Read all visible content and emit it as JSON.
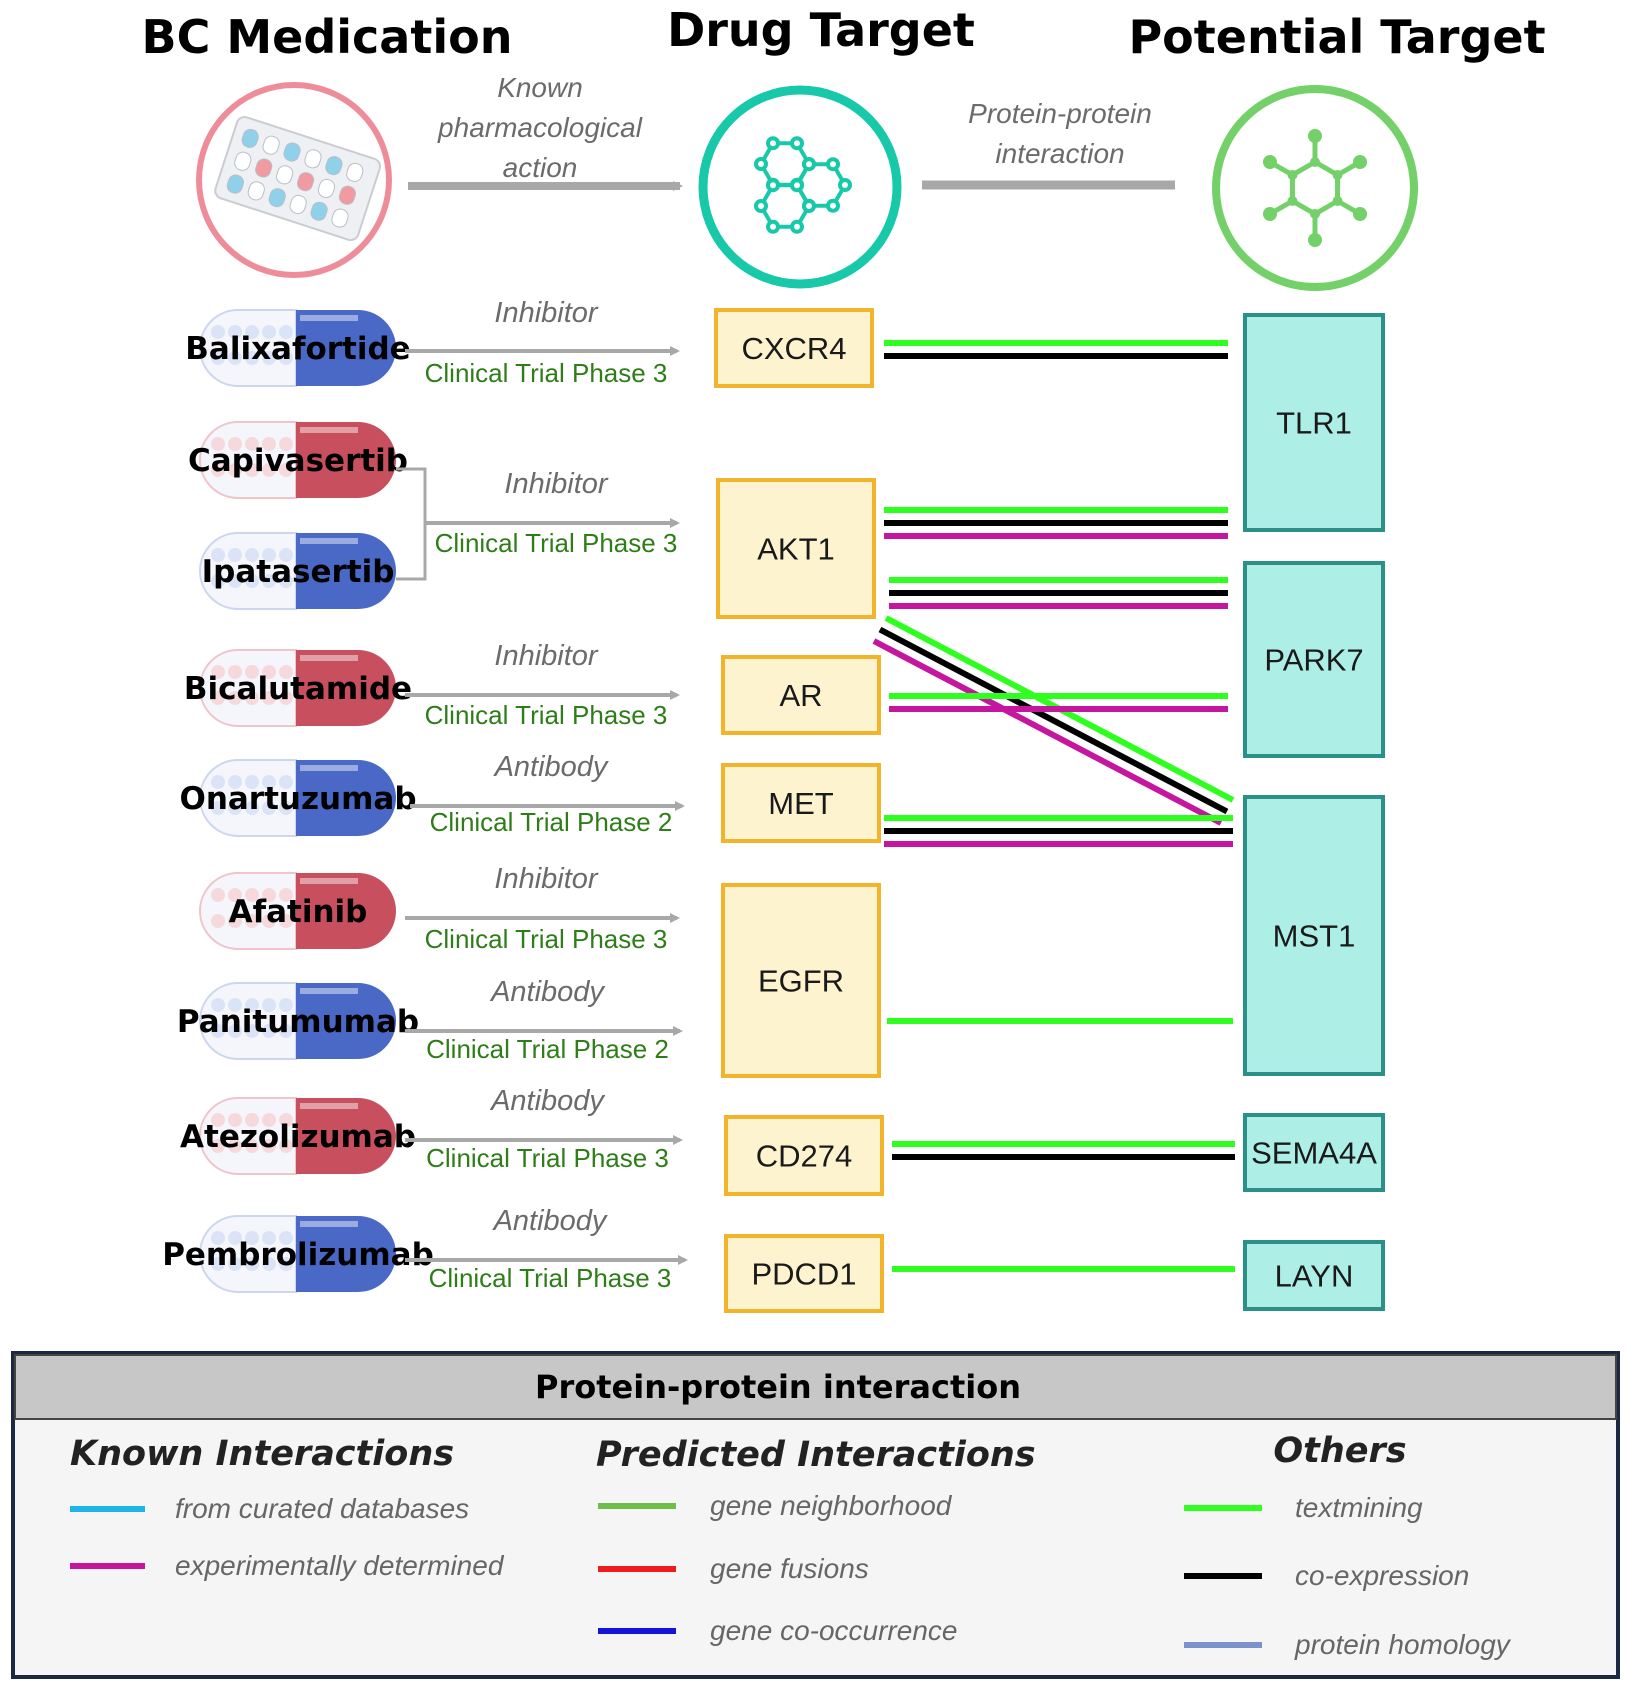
{
  "headers": {
    "medication": "BC Medication",
    "drug_target": "Drug Target",
    "potential_target": "Potential Target"
  },
  "top_arrows": {
    "known_action": [
      "Known",
      "pharmacological",
      "action"
    ],
    "ppi": [
      "Protein-protein",
      "interaction"
    ]
  },
  "icons": {
    "pills": "pill-blister-icon",
    "drug_target": "molecule-hexagon-icon",
    "potential_target": "molecule-network-icon"
  },
  "colors": {
    "red_capsule": "#c8505e",
    "blue_capsule": "#4a69c6",
    "drug_box_fill": "#fdf3cf",
    "drug_box_border": "#f2b42a",
    "pot_box_fill": "#adeee7",
    "pot_box_border": "#2a9088",
    "textmining": "#2eff1e",
    "coexpression": "#000000",
    "experimental": "#c4169e"
  },
  "medications": [
    {
      "name": "Balixafortide",
      "color": "blue"
    },
    {
      "name": "Capivasertib",
      "color": "red"
    },
    {
      "name": "Ipatasertib",
      "color": "blue"
    },
    {
      "name": "Bicalutamide",
      "color": "red"
    },
    {
      "name": "Onartuzumab",
      "color": "blue"
    },
    {
      "name": "Afatinib",
      "color": "red"
    },
    {
      "name": "Panitumumab",
      "color": "blue"
    },
    {
      "name": "Atezolizumab",
      "color": "red"
    },
    {
      "name": "Pembrolizumab",
      "color": "blue"
    }
  ],
  "actions": [
    {
      "type": "Inhibitor",
      "phase": "Clinical Trial Phase 3"
    },
    {
      "type": "Inhibitor",
      "phase": "Clinical Trial Phase 3"
    },
    {
      "type": "Inhibitor",
      "phase": "Clinical Trial Phase 3"
    },
    {
      "type": "Antibody",
      "phase": "Clinical Trial Phase 2"
    },
    {
      "type": "Inhibitor",
      "phase": "Clinical Trial Phase 3"
    },
    {
      "type": "Antibody",
      "phase": "Clinical Trial Phase 2"
    },
    {
      "type": "Antibody",
      "phase": "Clinical Trial Phase 3"
    },
    {
      "type": "Antibody",
      "phase": "Clinical Trial Phase 3"
    }
  ],
  "drug_targets": [
    "CXCR4",
    "AKT1",
    "AR",
    "MET",
    "EGFR",
    "CD274",
    "PDCD1"
  ],
  "potential_targets": [
    "TLR1",
    "PARK7",
    "MST1",
    "SEMA4A",
    "LAYN"
  ],
  "interactions": [
    {
      "from": "CXCR4",
      "to": "TLR1",
      "evidence": [
        "textmining",
        "co-expression"
      ]
    },
    {
      "from": "AKT1",
      "to": "TLR1",
      "evidence": [
        "textmining",
        "co-expression",
        "experimentally determined"
      ]
    },
    {
      "from": "AKT1",
      "to": "PARK7",
      "evidence": [
        "textmining",
        "co-expression",
        "experimentally determined"
      ]
    },
    {
      "from": "AKT1",
      "to": "MST1",
      "evidence": [
        "textmining",
        "co-expression",
        "experimentally determined"
      ]
    },
    {
      "from": "AR",
      "to": "PARK7",
      "evidence": [
        "textmining",
        "experimentally determined"
      ]
    },
    {
      "from": "MET",
      "to": "MST1",
      "evidence": [
        "textmining",
        "co-expression",
        "experimentally determined"
      ]
    },
    {
      "from": "EGFR",
      "to": "MST1",
      "evidence": [
        "textmining"
      ]
    },
    {
      "from": "CD274",
      "to": "SEMA4A",
      "evidence": [
        "textmining",
        "co-expression"
      ]
    },
    {
      "from": "PDCD1",
      "to": "LAYN",
      "evidence": [
        "textmining"
      ]
    }
  ],
  "legend": {
    "title": "Protein-protein interaction",
    "groups": [
      {
        "heading": "Known Interactions",
        "items": [
          {
            "label": "from curated databases",
            "color": "#1eb4e8"
          },
          {
            "label": "experimentally determined",
            "color": "#c4169e"
          }
        ]
      },
      {
        "heading": "Predicted Interactions",
        "items": [
          {
            "label": "gene neighborhood",
            "color": "#6cc04a"
          },
          {
            "label": "gene fusions",
            "color": "#ee1c1c"
          },
          {
            "label": "gene co-occurrence",
            "color": "#1515d6"
          }
        ]
      },
      {
        "heading": "Others",
        "items": [
          {
            "label": "textmining",
            "color": "#2eff1e"
          },
          {
            "label": "co-expression",
            "color": "#000000"
          },
          {
            "label": "protein homology",
            "color": "#7b93cc"
          }
        ]
      }
    ]
  }
}
